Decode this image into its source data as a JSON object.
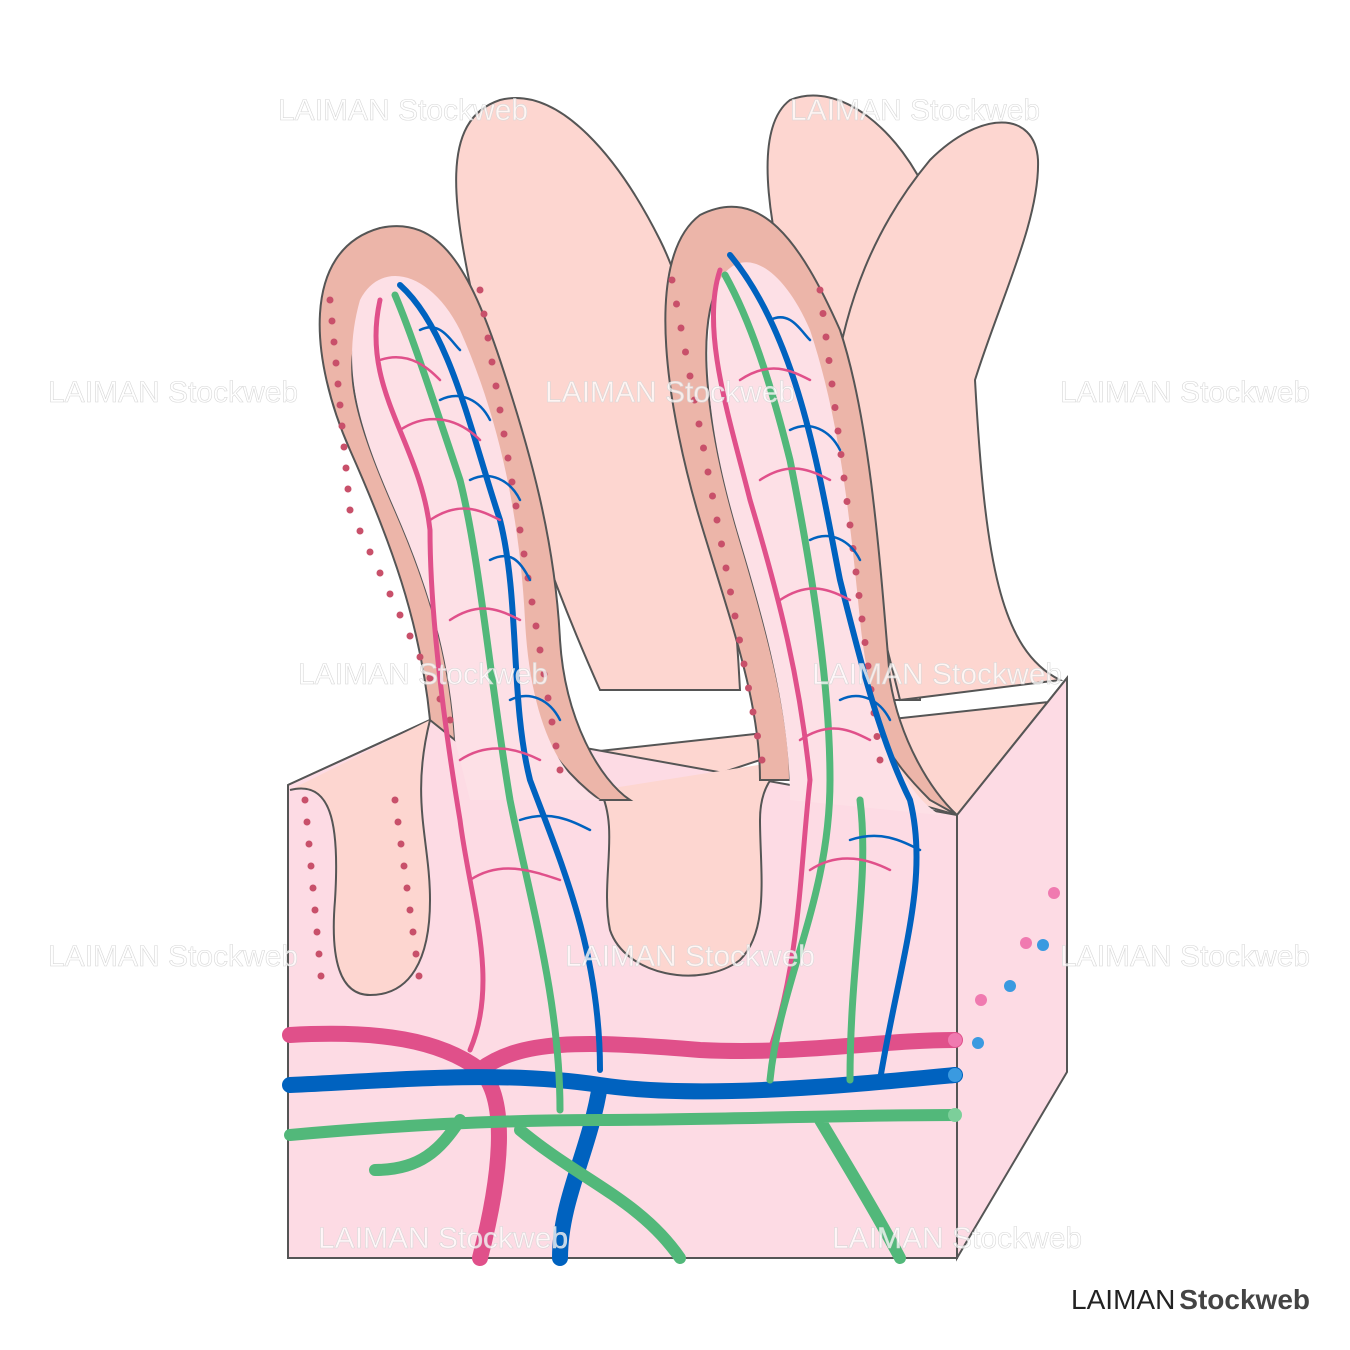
{
  "watermark": {
    "brand": "LAIMAN",
    "suffix": "Stockweb"
  },
  "logo": {
    "brand": "LAIMAN",
    "suffix": "Stockweb"
  },
  "colors": {
    "artery": "#e0508a",
    "vein": "#0062bf",
    "lymph": "#52b87a",
    "villus": "#fdd6d0",
    "tissue": "#fddbe4",
    "epithelium": "#ecb5a9",
    "nucleus": "#c8506a",
    "outline": "#555555"
  }
}
